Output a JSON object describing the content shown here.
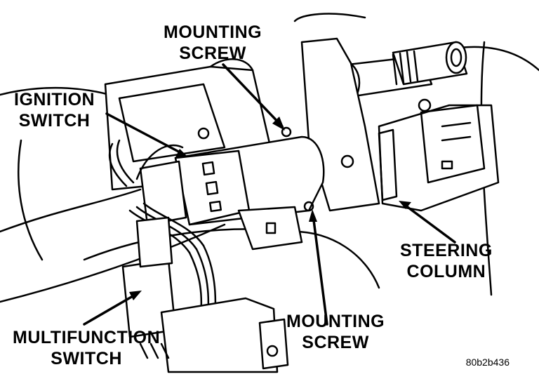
{
  "callouts": {
    "mounting_screw_top": {
      "line1": "MOUNTING",
      "line2": "SCREW"
    },
    "ignition_switch": {
      "line1": "IGNITION",
      "line2": "SWITCH"
    },
    "steering_column": {
      "line1": "STEERING",
      "line2": "COLUMN"
    },
    "multifunction_switch": {
      "line1": "MULTIFUNCTION",
      "line2": "SWITCH"
    },
    "mounting_screw_bottom": {
      "line1": "MOUNTING",
      "line2": "SCREW"
    }
  },
  "figure_id": "80b2b436",
  "colors": {
    "ink": "#000000",
    "paper": "#ffffff"
  }
}
